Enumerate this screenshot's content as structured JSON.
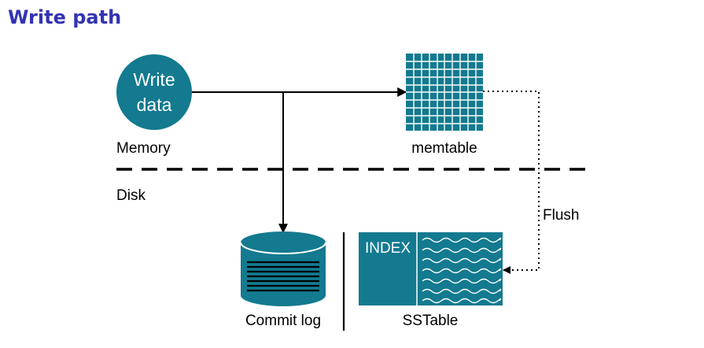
{
  "page": {
    "title": "Write path"
  },
  "diagram": {
    "nodes": {
      "write_data": {
        "line1": "Write",
        "line2": "data"
      },
      "memtable": {
        "label": "memtable"
      },
      "commit_log": {
        "label": "Commit log"
      },
      "sstable": {
        "index_label": "INDEX",
        "label": "SSTable"
      }
    },
    "regions": {
      "memory": "Memory",
      "disk": "Disk"
    },
    "edges": {
      "flush": "Flush"
    }
  },
  "colors": {
    "title": "#3333b2",
    "node_fill": "#137a8f",
    "line": "#000000"
  }
}
